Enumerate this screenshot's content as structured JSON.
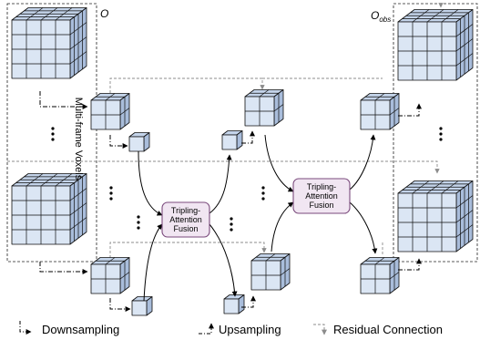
{
  "labels": {
    "o": "O",
    "o_obs": "O",
    "o_obs_sub": "obs",
    "left_group": "Multi-frame Voxels"
  },
  "fusion_blocks": [
    {
      "lines": [
        "Tripling-",
        "Attention",
        "Fusion"
      ]
    },
    {
      "lines": [
        "Tripling-",
        "Attention",
        "Fusion"
      ]
    }
  ],
  "legend": {
    "downsampling": "Downsampling",
    "upsampling": "Upsampling",
    "residual": "Residual Connection"
  },
  "colors": {
    "cube_front": "#dbe6f4",
    "cube_top": "#c4d4ea",
    "cube_side": "#a9bddb",
    "edge": "#0e0e0e",
    "fusion_fill": "#f1e6f2",
    "fusion_border": "#7a4a7c",
    "residual": "#8c8c8c"
  }
}
